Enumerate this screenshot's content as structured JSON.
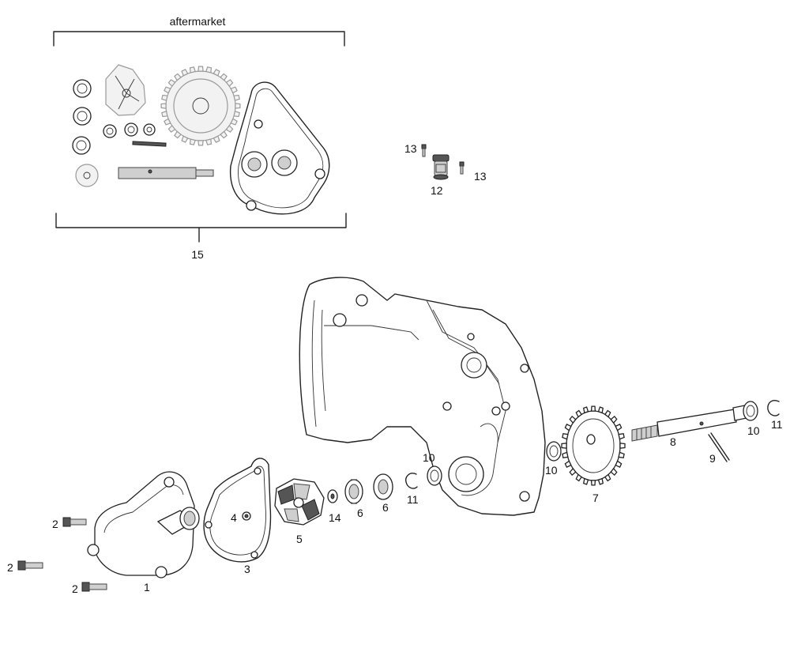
{
  "kit": {
    "header": "aftermarket",
    "number": "15"
  },
  "labels": {
    "thermostat": "12",
    "thermostat_screw_left": "13",
    "thermostat_screw_right": "13",
    "pump_cover": "1",
    "bolt_top": "2",
    "bolt_left": "2",
    "bolt_bottom": "2",
    "gasket": "3",
    "washer_4": "4",
    "impeller": "5",
    "seal_a": "6",
    "seal_b": "6",
    "gear": "7",
    "shaft": "8",
    "pin": "9",
    "washer_left": "10",
    "washer_mid": "10",
    "washer_right": "10",
    "circlip_left": "11",
    "circlip_right": "11",
    "spacer": "14"
  }
}
